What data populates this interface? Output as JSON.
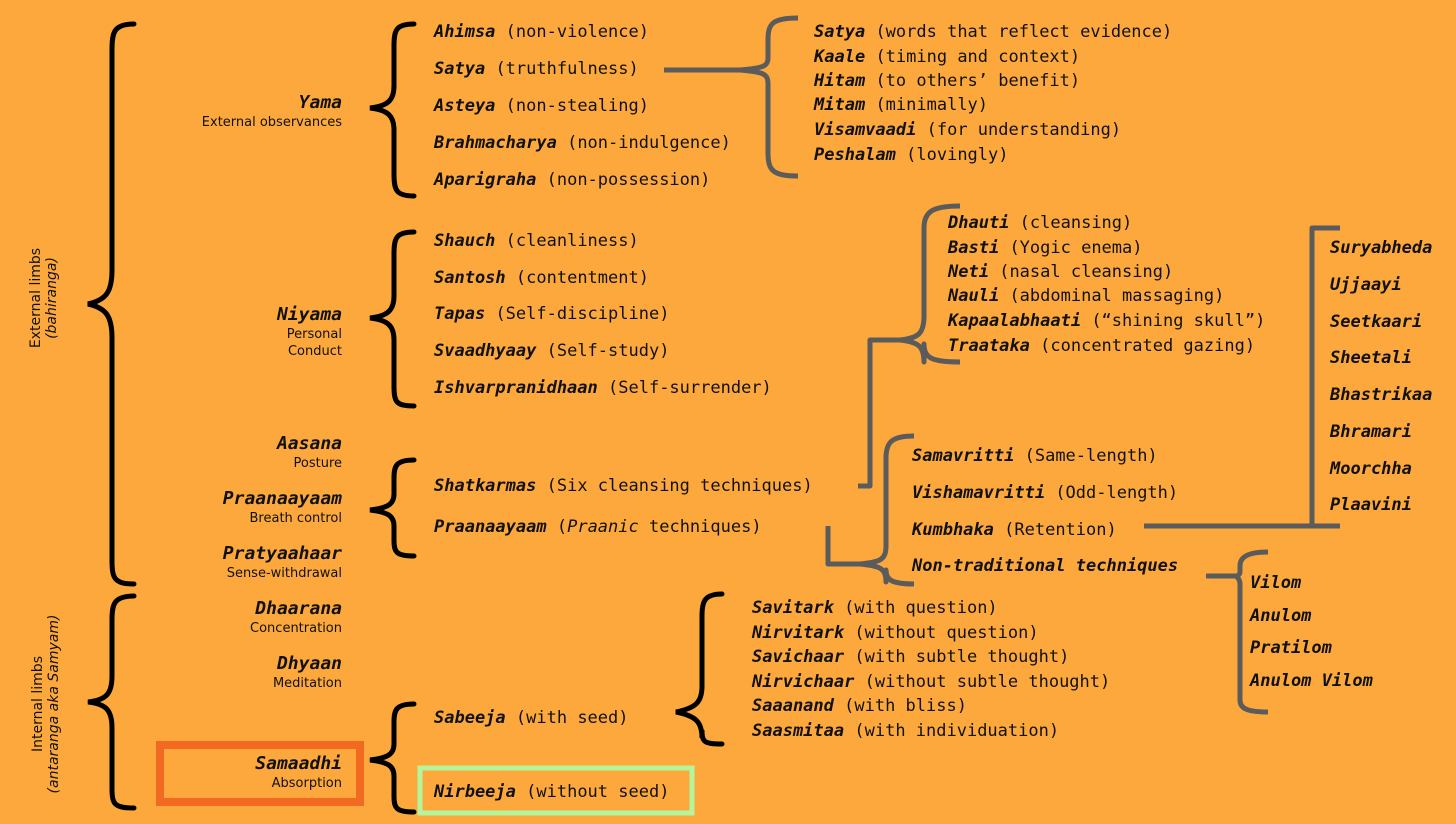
{
  "side_labels": {
    "external": {
      "line1": "External limbs",
      "line2": "(bahiranga)"
    },
    "internal": {
      "line1": "Internal limbs",
      "line2": "(antaranga aka Samyam)"
    }
  },
  "limbs": [
    {
      "name": "Yama",
      "sub": "External observances"
    },
    {
      "name": "Niyama",
      "sub1": "Personal",
      "sub2": "Conduct"
    },
    {
      "name": "Aasana",
      "sub": "Posture"
    },
    {
      "name": "Praanaayaam",
      "sub": "Breath control"
    },
    {
      "name": "Pratyaahaar",
      "sub": "Sense-withdrawal"
    },
    {
      "name": "Dhaarana",
      "sub": "Concentration"
    },
    {
      "name": "Dhyaan",
      "sub": "Meditation"
    },
    {
      "name": "Samaadhi",
      "sub": "Absorption"
    }
  ],
  "yama": [
    {
      "term": "Ahimsa",
      "gloss": "(non-violence)"
    },
    {
      "term": "Satya",
      "gloss": "(truthfulness)"
    },
    {
      "term": "Asteya",
      "gloss": "(non-stealing)"
    },
    {
      "term": "Brahmacharya",
      "gloss": "(non-indulgence)"
    },
    {
      "term": "Aparigraha",
      "gloss": "(non-possession)"
    }
  ],
  "satya": [
    {
      "term": "Satya",
      "gloss": "(words that reflect evidence)"
    },
    {
      "term": "Kaale",
      "gloss": "(timing and context)"
    },
    {
      "term": "Hitam",
      "gloss": "(to others’ benefit)"
    },
    {
      "term": "Mitam",
      "gloss": "(minimally)"
    },
    {
      "term": "Visamvaadi",
      "gloss": "(for understanding)"
    },
    {
      "term": "Peshalam",
      "gloss": "(lovingly)"
    }
  ],
  "niyama": [
    {
      "term": "Shauch",
      "gloss": "(cleanliness)"
    },
    {
      "term": "Santosh",
      "gloss": "(contentment)"
    },
    {
      "term": "Tapas",
      "gloss": "(Self-discipline)"
    },
    {
      "term": "Svaadhyaay",
      "gloss": "(Self-study)"
    },
    {
      "term": "Ishvarpranidhaan",
      "gloss": "(Self-surrender)"
    }
  ],
  "practices": [
    {
      "term": "Shatkarmas",
      "gloss": "(Six cleansing techniques)"
    },
    {
      "term": "Praanaayaam",
      "gloss_open": "(",
      "gloss_it": "Praanic",
      "gloss_close": " techniques)"
    }
  ],
  "shatkarmas": [
    {
      "term": "Dhauti",
      "gloss": "(cleansing)"
    },
    {
      "term": "Basti",
      "gloss": "(Yogic enema)"
    },
    {
      "term": "Neti",
      "gloss": "(nasal cleansing)"
    },
    {
      "term": "Nauli",
      "gloss": "(abdominal massaging)"
    },
    {
      "term": "Kapaalabhaati",
      "gloss": "(“shining skull”)"
    },
    {
      "term": "Traataka",
      "gloss": "(concentrated gazing)"
    }
  ],
  "pranayama": [
    {
      "term": "Samavritti",
      "gloss": "(Same-length)"
    },
    {
      "term": "Vishamavritti",
      "gloss": "(Odd-length)"
    },
    {
      "term": "Kumbhaka",
      "gloss": "(Retention)"
    },
    {
      "term": "Non-traditional techniques",
      "gloss": ""
    }
  ],
  "kumbhaka": [
    "Suryabheda",
    "Ujjaayi",
    "Seetkaari",
    "Sheetali",
    "Bhastrikaa",
    "Bhramari",
    "Moorchha",
    "Plaavini"
  ],
  "nontraditional": [
    "Vilom",
    "Anulom",
    "Pratilom",
    "Anulom Vilom"
  ],
  "samadhi": [
    {
      "term": "Sabeeja",
      "gloss": "(with seed)"
    },
    {
      "term": "Nirbeeja",
      "gloss": "(without seed)"
    }
  ],
  "sabeeja": [
    {
      "term": "Savitark",
      "gloss": "(with question)"
    },
    {
      "term": "Nirvitark",
      "gloss": "(without question)"
    },
    {
      "term": "Savichaar",
      "gloss": "(with subtle thought)"
    },
    {
      "term": "Nirvichaar",
      "gloss": "(without subtle thought)"
    },
    {
      "term": "Saaanand",
      "gloss": "(with bliss)"
    },
    {
      "term": "Saasmitaa",
      "gloss": "(with individuation)"
    }
  ],
  "colors": {
    "background": "#fca83c",
    "black_brace": "#000000",
    "grey_brace": "#5b5b5b",
    "samaadhi_box": "#f26a22",
    "nirbeeja_box": "#b5f59b"
  }
}
